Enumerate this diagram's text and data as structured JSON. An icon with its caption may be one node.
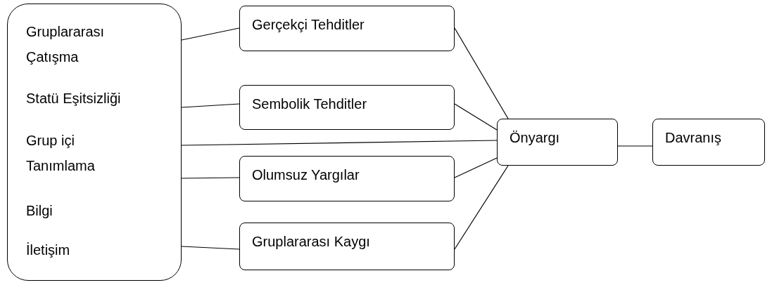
{
  "diagram": {
    "nodes": [
      {
        "text": [
          "Gruplararası Çatışma",
          "Statü Eşitsizliği",
          "Grup içi Tanımlama",
          "Bilgi",
          "İletişim"
        ]
      },
      {
        "text": [
          "Gerçekçi Tehditler"
        ]
      },
      {
        "text": [
          "Sembolik Tehditler"
        ]
      },
      {
        "text": [
          "Olumsuz Yargılar"
        ]
      },
      {
        "text": [
          "Gruplararası Kaygı"
        ]
      },
      {
        "text": [
          "Önyargı"
        ]
      },
      {
        "text": [
          "Davranış"
        ]
      }
    ],
    "edges": [
      {
        "from": 0,
        "to": 1,
        "arrow": "none"
      },
      {
        "from": 0,
        "to": 2,
        "arrow": "none"
      },
      {
        "from": 0,
        "to": 5,
        "arrow": "none"
      },
      {
        "from": 0,
        "to": 3,
        "arrow": "none"
      },
      {
        "from": 0,
        "to": 4,
        "arrow": "none"
      },
      {
        "from": 1,
        "to": 5,
        "arrow": "none"
      },
      {
        "from": 2,
        "to": 5,
        "arrow": "none"
      },
      {
        "from": 3,
        "to": 5,
        "arrow": "none"
      },
      {
        "from": 4,
        "to": 5,
        "arrow": "none"
      },
      {
        "from": 5,
        "to": 6,
        "arrow": "none"
      }
    ]
  }
}
